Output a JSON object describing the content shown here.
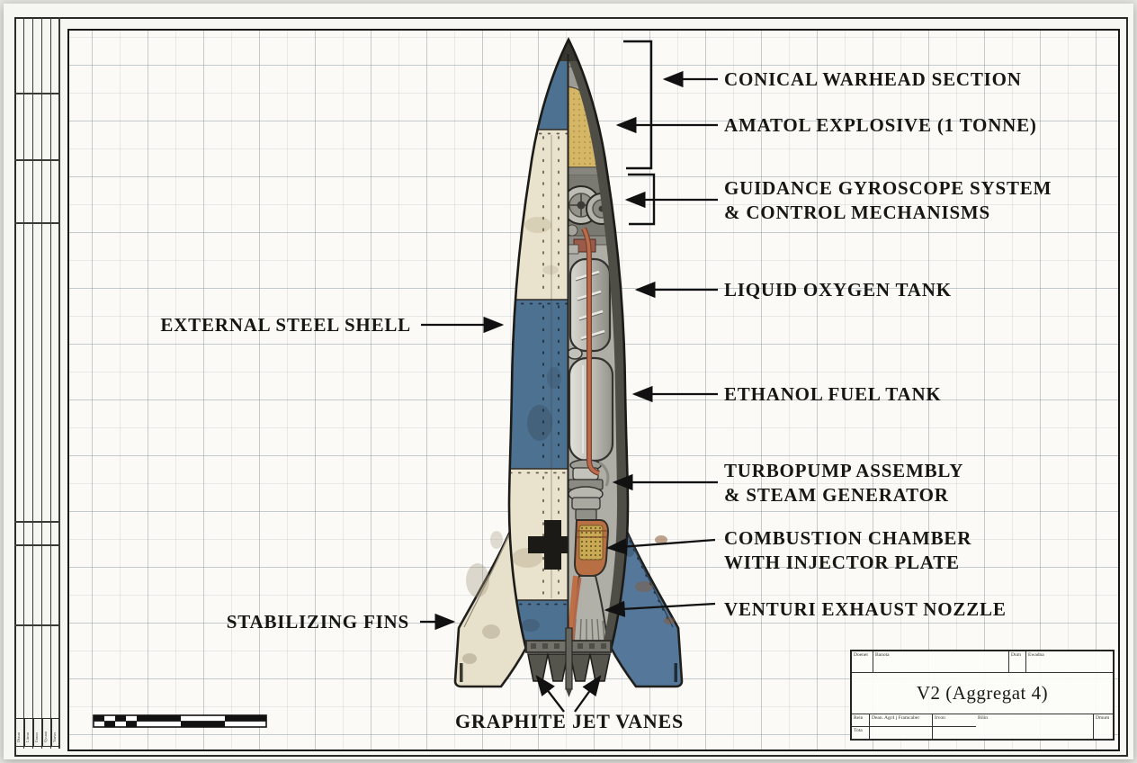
{
  "drawing": {
    "title": "V2 (Aggregat 4)",
    "annotations": {
      "right": [
        {
          "lines": [
            "CONICAL WARHEAD SECTION"
          ]
        },
        {
          "lines": [
            "AMATOL EXPLOSIVE (1 TONNE)"
          ]
        },
        {
          "lines": [
            "GUIDANCE GYROSCOPE SYSTEM",
            "& CONTROL MECHANISMS"
          ]
        },
        {
          "lines": [
            "LIQUID OXYGEN TANK"
          ]
        },
        {
          "lines": [
            "ETHANOL FUEL TANK"
          ]
        },
        {
          "lines": [
            "TURBOPUMP ASSEMBLY",
            "& STEAM GENERATOR"
          ]
        },
        {
          "lines": [
            "COMBUSTION CHAMBER",
            "WITH INJECTOR PLATE"
          ]
        },
        {
          "lines": [
            "VENTURI EXHAUST NOZZLE"
          ]
        }
      ],
      "left": [
        {
          "lines": [
            "EXTERNAL STEEL SHELL"
          ]
        },
        {
          "lines": [
            "STABILIZING FINS"
          ]
        }
      ],
      "bottom": {
        "lines": [
          "GRAPHITE JET VANES"
        ]
      }
    },
    "title_block": {
      "row1": [
        "Doenet",
        "Banota",
        "Dum",
        "Ewadna"
      ],
      "title": "V2 (Aggregat 4)",
      "row3": [
        "Rein",
        "Dean. Agr4 j Framcaber",
        "Irvon",
        "Bilin",
        "Dmum"
      ],
      "row4": [
        "Tota",
        "",
        ""
      ]
    },
    "margin_labels": [
      "Dtzuo",
      "Litmo",
      "Erzuo",
      "Qvuao",
      "Varws"
    ],
    "colors": {
      "ink": "#17171.5",
      "shell_blue": "#4d7191",
      "shell_cream": "#e9e2cc",
      "amatol_yellow": "#d4b666",
      "copper_pipe": "#bb6c4c",
      "grid_line": "#9aa4a8",
      "paper": "#f6f6f3"
    }
  }
}
